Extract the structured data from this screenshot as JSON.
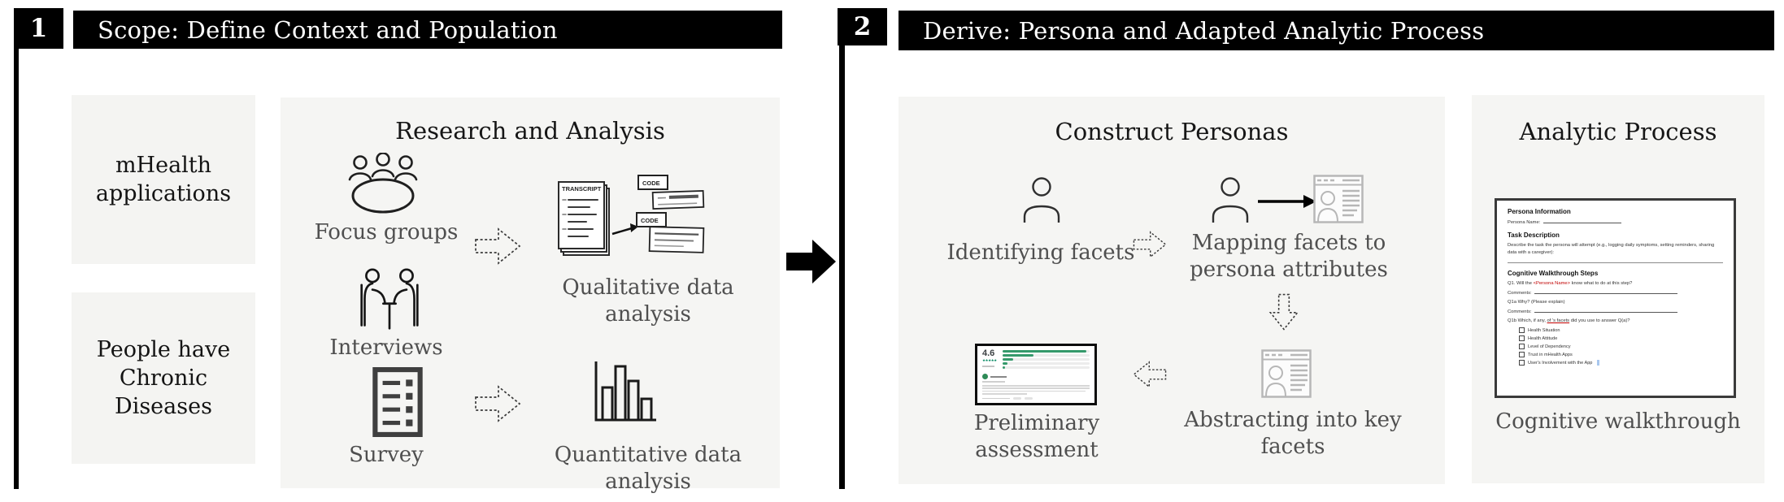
{
  "colors": {
    "header_bg": "#000000",
    "panel_bg": "#f5f5f3",
    "label_gray": "#4f4f4f",
    "icon_dark": "#1f1f1f",
    "card_gray": "#b7b7b7",
    "review_green": "#01875f",
    "doc_red": "#c00000"
  },
  "section1": {
    "badge": "1",
    "title": "Scope: Define Context and Population",
    "context_boxes": {
      "mhealth": "mHealth applications",
      "population": "People have Chronic Diseases"
    },
    "research_panel": {
      "title": "Research and Analysis",
      "focus_groups_label": "Focus groups",
      "interviews_label": "Interviews",
      "survey_label": "Survey",
      "qualitative_label": "Qualitative data analysis",
      "quantitative_label": "Quantitative data analysis",
      "transcript_text": "TRANSCRIPT",
      "code_text": "CODE"
    }
  },
  "section2": {
    "badge": "2",
    "title": "Derive: Persona and Adapted Analytic Process",
    "personas_panel": {
      "title": "Construct Personas",
      "identifying_label": "Identifying facets",
      "mapping_label": "Mapping facets to persona attributes",
      "abstracting_label": "Abstracting into key facets",
      "preliminary_label": "Preliminary assessment",
      "review_rating": "4.6",
      "review_stars": "★★★★★"
    },
    "analytic_panel": {
      "title": "Analytic Process",
      "caption": "Cognitive walkthrough",
      "document": {
        "heading1": "Persona Information",
        "persona_name_label": "Persona Name:",
        "heading2": "Task Description",
        "task_description": "Describe the task the persona will attempt (e.g., logging daily symptoms, setting reminders, sharing data with a caregiver):",
        "heading3": "Cognitive Walkthrough Steps",
        "q1_prefix": "Q1. Will the ",
        "q1_placeholder": "<Persona Name>",
        "q1_suffix": " know what to do at this step?",
        "comments_label": "Comments:",
        "q1a": "Q1a Why? (Please explain)",
        "q1b_prefix": "Q1b Which, if any, ",
        "q1b_marked": "of 's facets",
        "q1b_suffix": " did you use to answer Q(a)?",
        "checkboxes": [
          "Health Situation",
          "Health Attitude",
          "Level of Dependency",
          "Trust in mHealth Apps",
          "User's Involvement with the App"
        ]
      }
    }
  }
}
